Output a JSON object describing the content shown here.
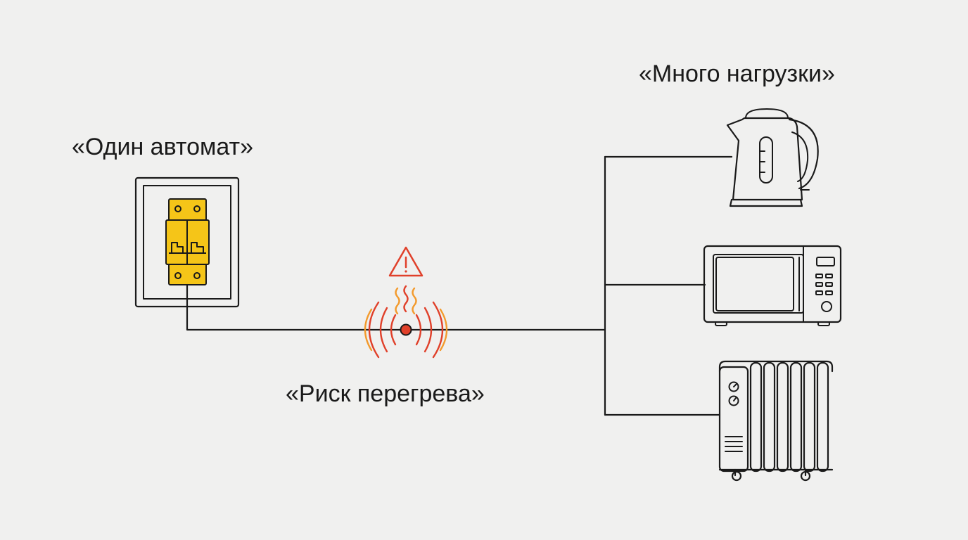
{
  "labels": {
    "breaker": "«Один автомат»",
    "load": "«Много нагрузки»",
    "risk": "«Риск перегрева»"
  },
  "colors": {
    "background": "#f0f0ef",
    "line": "#1a1a1a",
    "breaker_fill": "#f5c518",
    "warning": "#e0402a",
    "heat_orange": "#f39a2c"
  },
  "icons": {
    "breaker": "circuit-breaker-icon",
    "warning": "warning-triangle-icon",
    "heat": "heat-waves-icon",
    "kettle": "kettle-icon",
    "microwave": "microwave-icon",
    "heater": "oil-heater-icon"
  }
}
